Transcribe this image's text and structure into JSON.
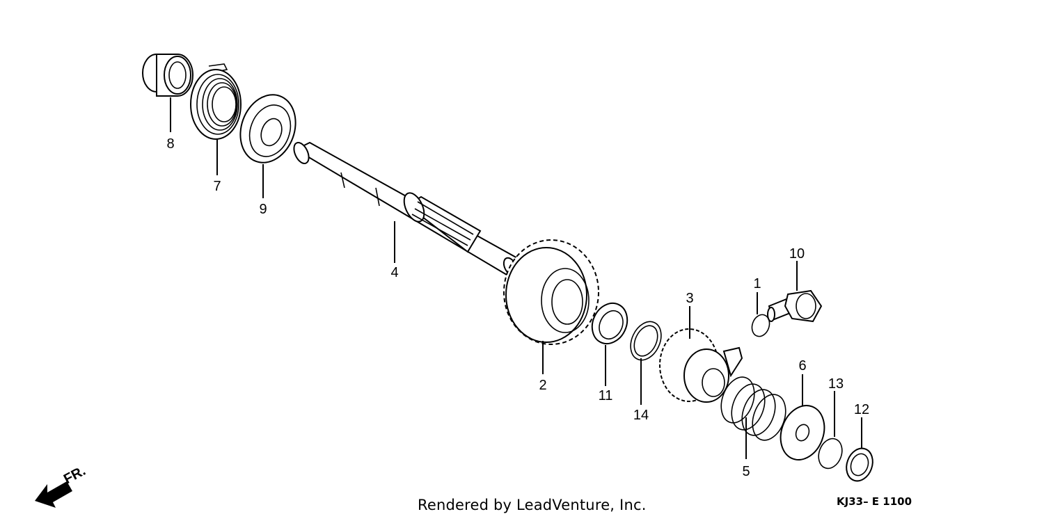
{
  "callouts": [
    {
      "id": "1",
      "name": "callout-1"
    },
    {
      "id": "2",
      "name": "callout-2"
    },
    {
      "id": "3",
      "name": "callout-3"
    },
    {
      "id": "4",
      "name": "callout-4"
    },
    {
      "id": "5",
      "name": "callout-5"
    },
    {
      "id": "6",
      "name": "callout-6"
    },
    {
      "id": "7",
      "name": "callout-7"
    },
    {
      "id": "8",
      "name": "callout-8"
    },
    {
      "id": "9",
      "name": "callout-9"
    },
    {
      "id": "10",
      "name": "callout-10"
    },
    {
      "id": "11",
      "name": "callout-11"
    },
    {
      "id": "12",
      "name": "callout-12"
    },
    {
      "id": "13",
      "name": "callout-13"
    },
    {
      "id": "14",
      "name": "callout-14"
    }
  ],
  "direction_label": "FR.",
  "footer": {
    "credit": "Rendered by LeadVenture, Inc.",
    "code": "KJ33– E 1100"
  }
}
